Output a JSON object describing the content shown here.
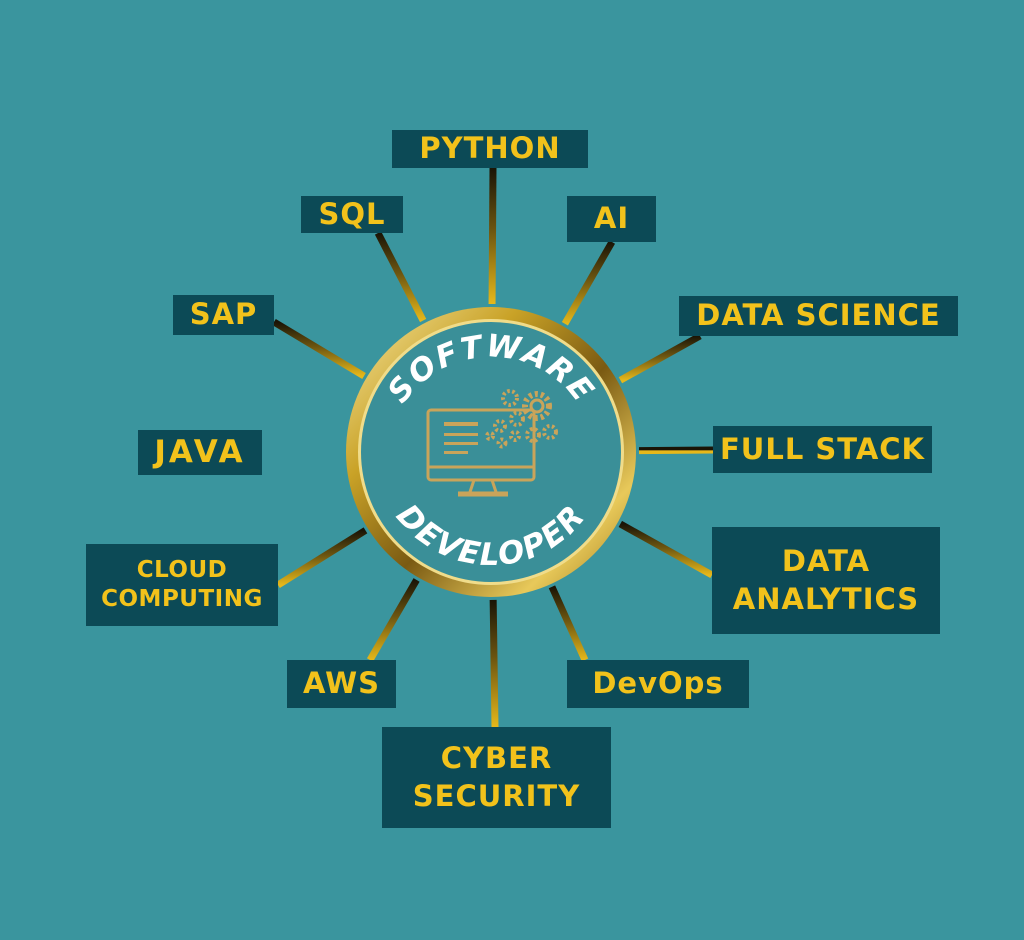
{
  "colors": {
    "background": "#3a959e",
    "box_fill": "#0c4a56",
    "box_text": "#f2c21b",
    "ring_gold": "#c9a227",
    "hub_fill": "#3a8f98",
    "hub_text": "#ffffff"
  },
  "center": {
    "top_word": "SOFTWARE",
    "bottom_word": "DEVELOPER",
    "icon": "monitor-with-gears-icon"
  },
  "nodes": [
    {
      "id": "python",
      "label": "PYTHON"
    },
    {
      "id": "sql",
      "label": "SQL"
    },
    {
      "id": "ai",
      "label": "AI"
    },
    {
      "id": "sap",
      "label": "SAP"
    },
    {
      "id": "data-science",
      "label": "DATA SCIENCE"
    },
    {
      "id": "java",
      "label": "JAVA"
    },
    {
      "id": "full-stack",
      "label": "FULL STACK"
    },
    {
      "id": "cloud-computing",
      "label": "CLOUD\nCOMPUTING"
    },
    {
      "id": "data-analytics",
      "label": "DATA\nANALYTICS"
    },
    {
      "id": "aws",
      "label": "AWS"
    },
    {
      "id": "devops",
      "label": "DevOps"
    },
    {
      "id": "cyber-security",
      "label": "CYBER\nSECURITY"
    }
  ]
}
